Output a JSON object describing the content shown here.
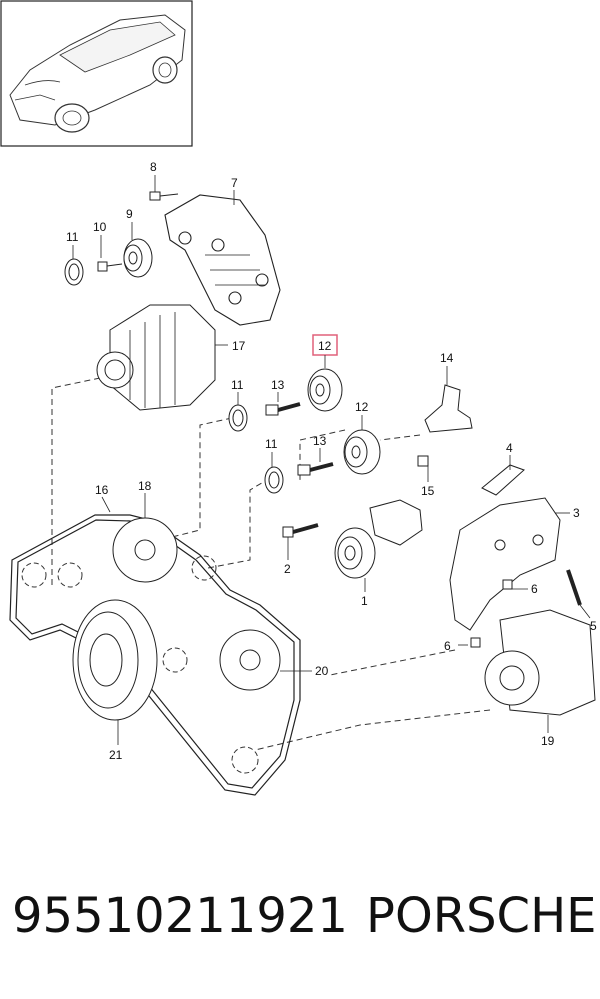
{
  "diagram": {
    "callouts": [
      {
        "id": "1",
        "label": "1"
      },
      {
        "id": "2",
        "label": "2"
      },
      {
        "id": "3",
        "label": "3"
      },
      {
        "id": "4",
        "label": "4"
      },
      {
        "id": "5",
        "label": "5"
      },
      {
        "id": "6a",
        "label": "6"
      },
      {
        "id": "6b",
        "label": "6"
      },
      {
        "id": "7",
        "label": "7"
      },
      {
        "id": "8",
        "label": "8"
      },
      {
        "id": "9",
        "label": "9"
      },
      {
        "id": "10",
        "label": "10"
      },
      {
        "id": "11a",
        "label": "11"
      },
      {
        "id": "11b",
        "label": "11"
      },
      {
        "id": "11c",
        "label": "11"
      },
      {
        "id": "12a",
        "label": "12",
        "highlighted": true
      },
      {
        "id": "12b",
        "label": "12"
      },
      {
        "id": "13a",
        "label": "13"
      },
      {
        "id": "13b",
        "label": "13"
      },
      {
        "id": "14",
        "label": "14"
      },
      {
        "id": "15",
        "label": "15"
      },
      {
        "id": "16",
        "label": "16"
      },
      {
        "id": "17",
        "label": "17"
      },
      {
        "id": "18",
        "label": "18"
      },
      {
        "id": "19",
        "label": "19"
      },
      {
        "id": "20",
        "label": "20"
      },
      {
        "id": "21",
        "label": "21"
      }
    ],
    "highlight_color": "#e0607a"
  },
  "footer": {
    "part_number": "95510211921",
    "brand": "PORSCHE"
  }
}
